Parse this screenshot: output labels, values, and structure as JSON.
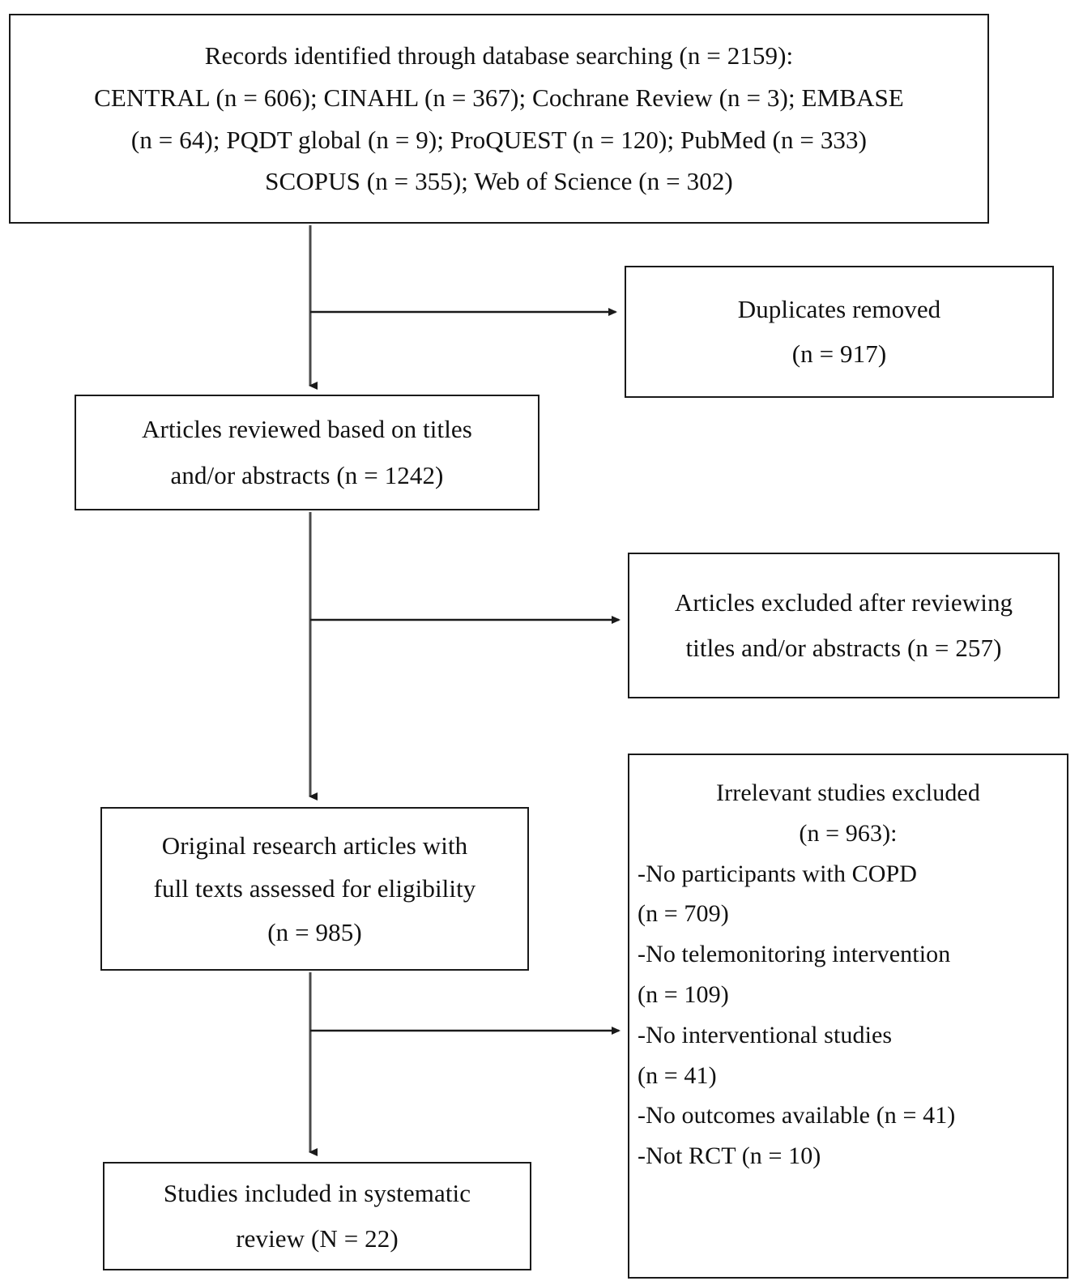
{
  "diagram": {
    "type": "prisma-flow-diagram",
    "title": "PRISMA study selection flow diagram",
    "line_color": "#1a1a1a",
    "box_border_color": "#1a1a1a",
    "background_color": "#ffffff"
  },
  "boxes": {
    "records_identified": {
      "name": "Records identified through database searching",
      "lines": [
        "Records identified through database searching (n = 2159):",
        "CENTRAL (n = 606); CINAHL (n = 367); Cochrane Review (n = 3); EMBASE",
        "(n = 64); PQDT global (n = 9); ProQUEST (n = 120); PubMed (n = 333)",
        "SCOPUS (n = 355); Web of Science (n = 302)"
      ],
      "total": 2159,
      "sources": [
        {
          "label": "CENTRAL",
          "n": 606
        },
        {
          "label": "CINAHL",
          "n": 367
        },
        {
          "label": "Cochrane Review",
          "n": 3
        },
        {
          "label": "EMBASE",
          "n": 64
        },
        {
          "label": "PQDT global",
          "n": 9
        },
        {
          "label": "ProQUEST",
          "n": 120
        },
        {
          "label": "PubMed",
          "n": 333
        },
        {
          "label": "SCOPUS",
          "n": 355
        },
        {
          "label": "Web of Science",
          "n": 302
        }
      ]
    },
    "duplicates_removed": {
      "name": "Duplicates removed",
      "lines": [
        "Duplicates removed",
        "(n = 917)"
      ],
      "n": 917
    },
    "articles_reviewed": {
      "name": "Articles reviewed based on titles and/or abstracts",
      "lines": [
        "Articles reviewed based on titles",
        "and/or abstracts (n = 1242)"
      ],
      "n": 1242
    },
    "articles_excluded": {
      "name": "Articles excluded after reviewing titles and/or abstracts",
      "lines": [
        "Articles excluded after reviewing",
        "titles and/or abstracts (n = 257)"
      ],
      "n": 257
    },
    "full_texts_assessed": {
      "name": "Original research articles with full texts assessed for eligibility",
      "lines": [
        "Original research articles with",
        "full texts assessed for eligibility",
        "(n = 985)"
      ],
      "n": 985
    },
    "irrelevant_excluded": {
      "name": "Irrelevant studies excluded",
      "heading_lines": [
        "Irrelevant studies excluded",
        "(n = 963):"
      ],
      "n": 963,
      "reason_lines": [
        "-No participants with COPD",
        "(n = 709)",
        "-No  telemonitoring   intervention",
        "(n = 109)",
        "-No interventional studies",
        "(n = 41)",
        "-No outcomes available  (n = 41)",
        "-Not RCT (n = 10)"
      ],
      "reasons": [
        {
          "label": "No participants with COPD",
          "n": 709
        },
        {
          "label": "No telemonitoring intervention",
          "n": 109
        },
        {
          "label": "No interventional studies",
          "n": 41
        },
        {
          "label": "No outcomes available",
          "n": 41
        },
        {
          "label": "Not RCT",
          "n": 10
        }
      ]
    },
    "studies_included": {
      "name": "Studies included in systematic review",
      "lines": [
        "Studies included in systematic",
        "review (N = 22)"
      ],
      "n": 22
    }
  }
}
